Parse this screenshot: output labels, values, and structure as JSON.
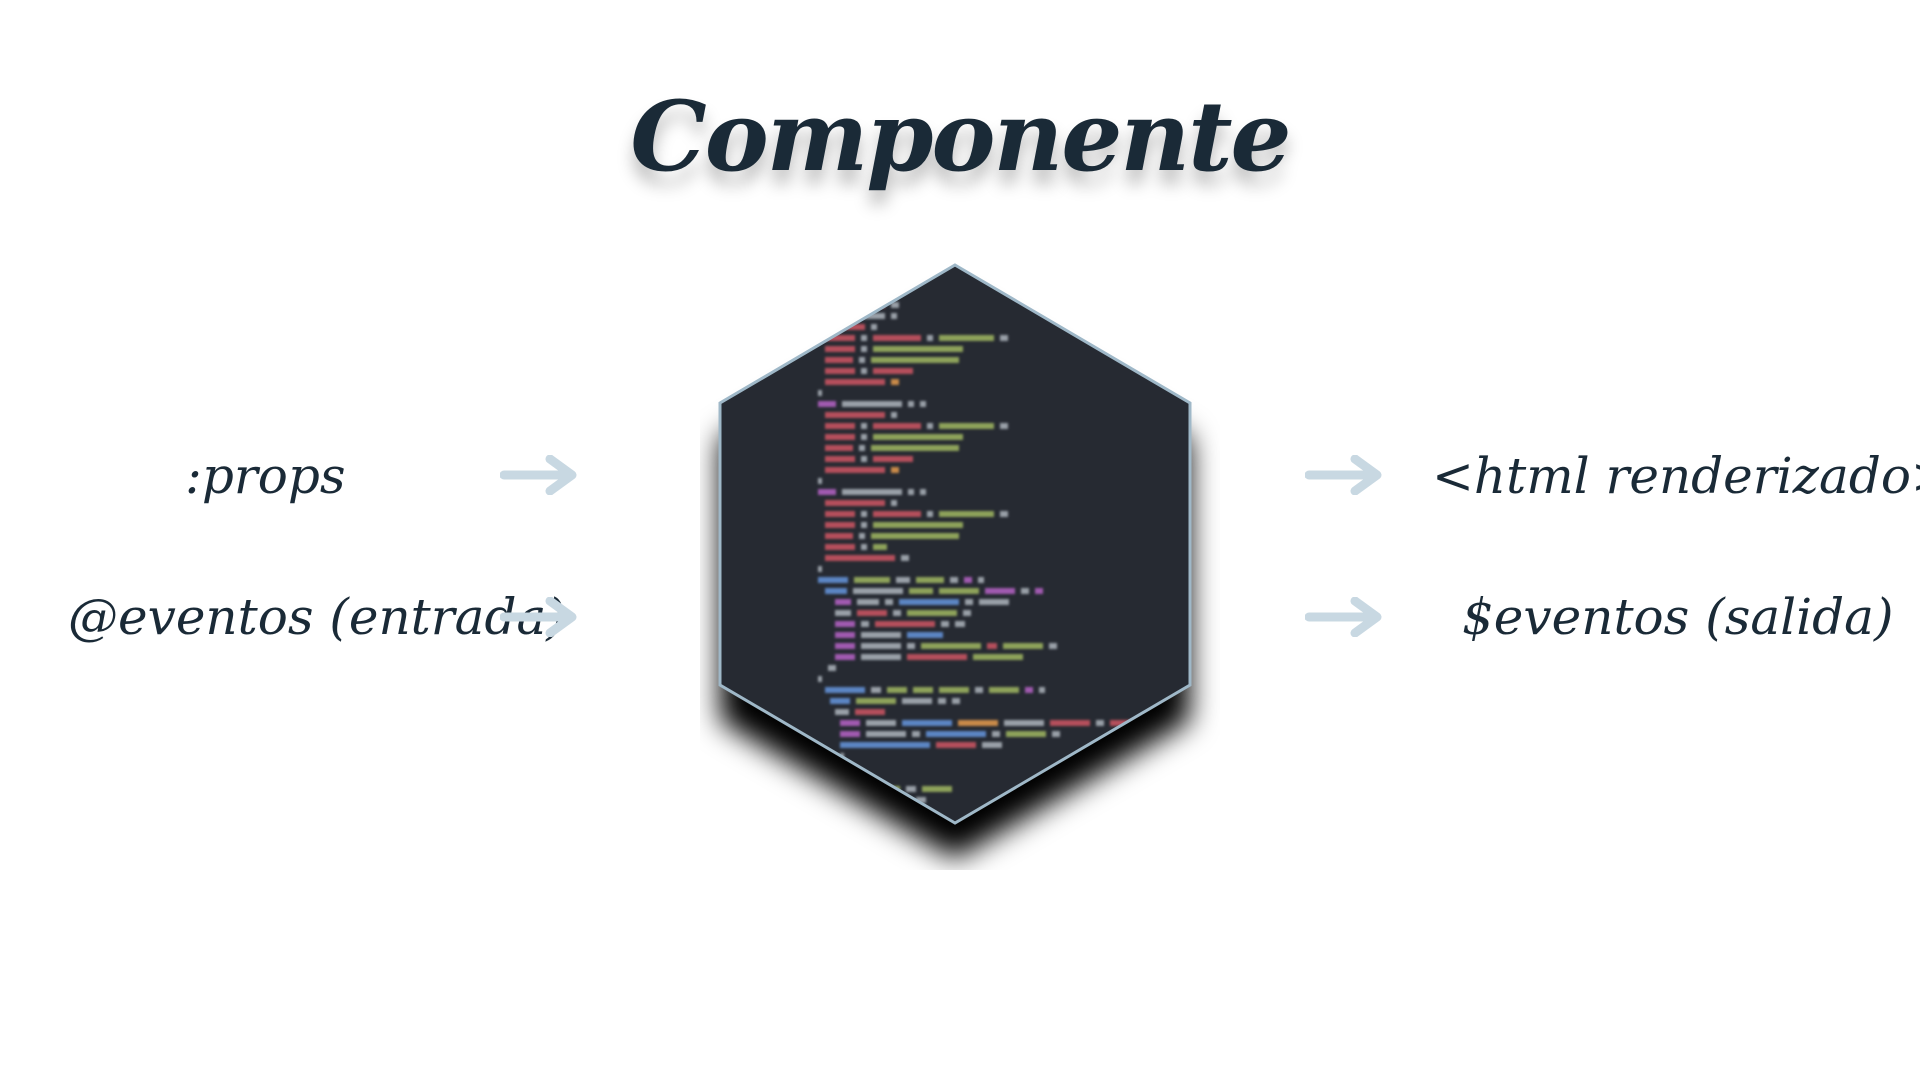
{
  "slide": {
    "title": "Componente",
    "inputs": [
      {
        "label": ":props"
      },
      {
        "label": "@eventos (entrada)"
      }
    ],
    "outputs": [
      {
        "label": "<html renderizado>"
      },
      {
        "label": "$eventos (salida)"
      }
    ]
  },
  "colors": {
    "text": "#1a2a37",
    "arrow": "#c8d8e2",
    "hex_fill": "#262b33",
    "hex_border": "#9fb8c8",
    "code_red": "#b5505c",
    "code_green": "#8ea25a",
    "code_blue": "#5b85c4",
    "code_purple": "#a05ab0",
    "code_gray": "#9aa0a8",
    "code_orange": "#c98a4a"
  },
  "icons": {
    "arrow": "arrow-right-icon",
    "center": "code-hexagon-icon"
  }
}
